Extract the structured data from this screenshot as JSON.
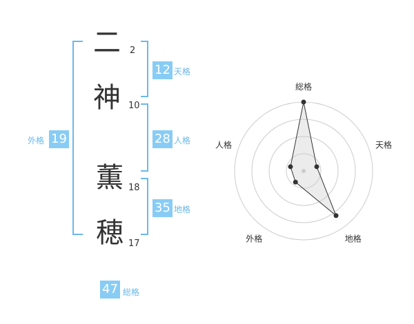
{
  "name_chars": [
    {
      "char": "二",
      "strokes": "2"
    },
    {
      "char": "神",
      "strokes": "10"
    },
    {
      "char": "薫",
      "strokes": "18"
    },
    {
      "char": "穂",
      "strokes": "17"
    }
  ],
  "kaku": {
    "ten": {
      "label": "天格",
      "value": "12"
    },
    "jin": {
      "label": "人格",
      "value": "28"
    },
    "chi": {
      "label": "地格",
      "value": "35"
    },
    "gai": {
      "label": "外格",
      "value": "19"
    },
    "sou": {
      "label": "総格",
      "value": "47"
    }
  },
  "accent_color": "#88ccf5",
  "bracket_color": "#6bb8ea",
  "chart_data": {
    "type": "radar",
    "axes": [
      "総格",
      "天格",
      "地格",
      "外格",
      "人格"
    ],
    "values": [
      5,
      1,
      4,
      1,
      1
    ],
    "max": 5,
    "rings": 4
  }
}
